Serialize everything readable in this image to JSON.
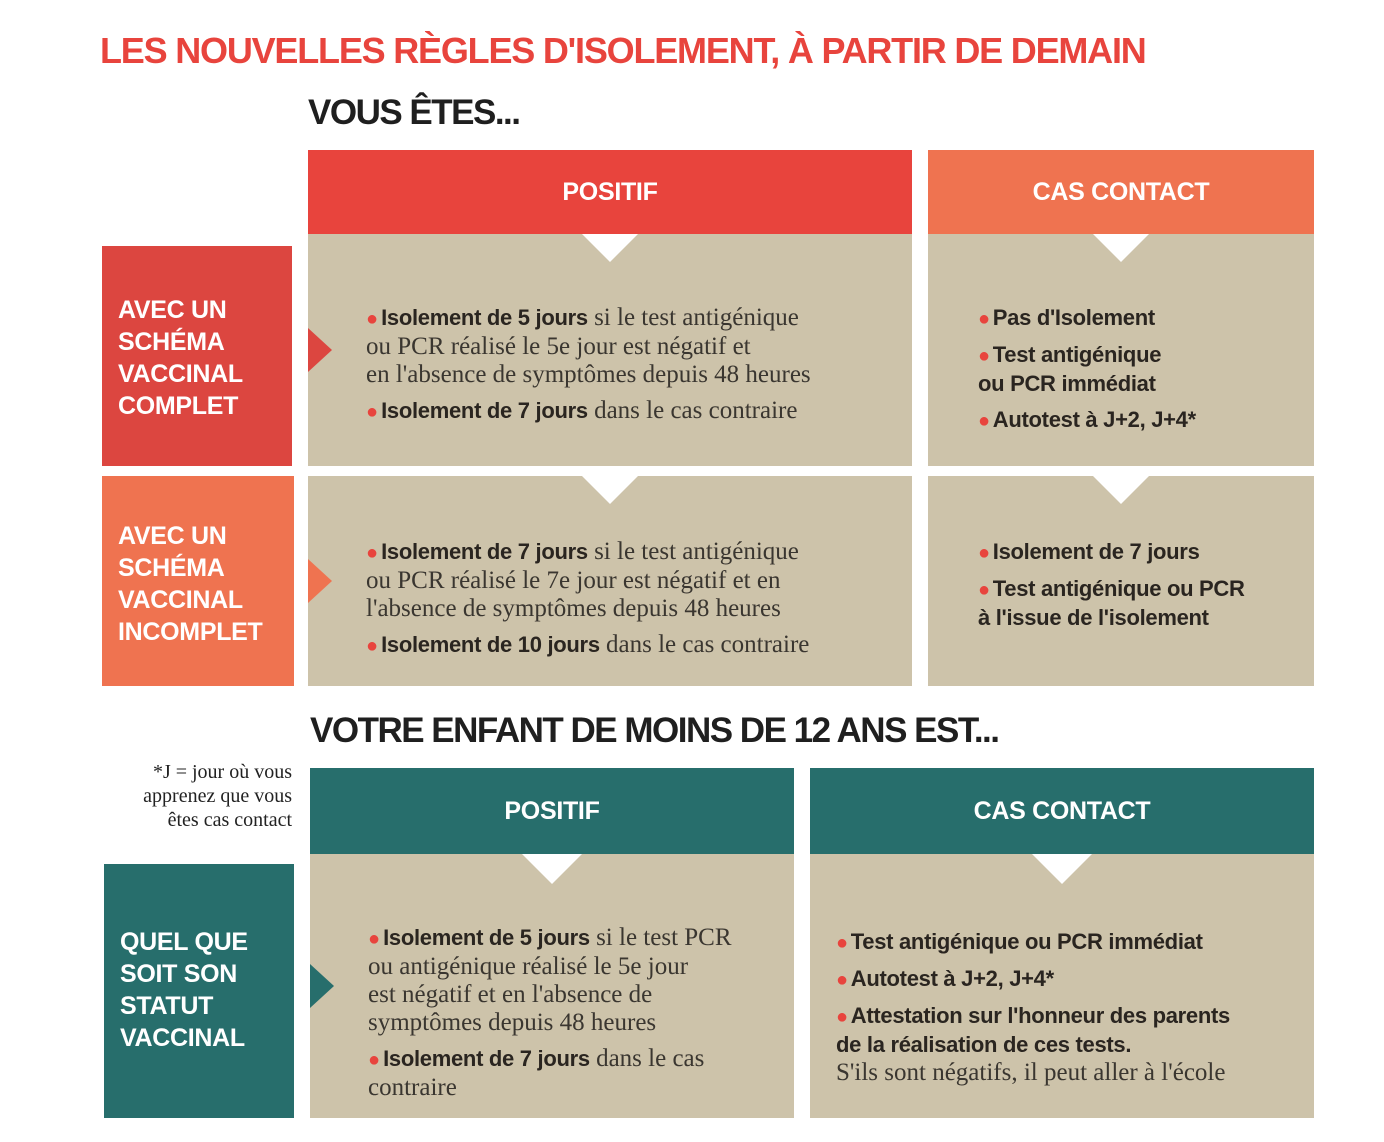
{
  "title": "LES NOUVELLES RÈGLES D'ISOLEMENT, À PARTIR DE DEMAIN",
  "adults": {
    "heading": "VOUS ÊTES...",
    "col_positif": "POSITIF",
    "col_contact": "CAS CONTACT",
    "row_complet": [
      "AVEC UN",
      "SCHÉMA",
      "VACCINAL",
      "COMPLET"
    ],
    "row_incomplet": [
      "AVEC UN",
      "SCHÉMA",
      "VACCINAL",
      "INCOMPLET"
    ],
    "complet_positif": [
      {
        "bold": "Isolement de 5 jours",
        "lines": [
          " si le test antigénique",
          "ou PCR réalisé le 5e jour est négatif et",
          "en l'absence de symptômes depuis 48 heures"
        ]
      },
      {
        "bold": "Isolement de 7 jours",
        "lines": [
          " dans le cas contraire"
        ]
      }
    ],
    "complet_contact": [
      [
        "Pas d'Isolement"
      ],
      [
        "Test antigénique",
        "ou PCR immédiat"
      ],
      [
        "Autotest à J+2, J+4*"
      ]
    ],
    "incomplet_positif": [
      {
        "bold": "Isolement de 7 jours",
        "lines": [
          " si le test antigénique",
          "ou PCR réalisé le 7e jour est négatif et en",
          "l'absence de symptômes depuis 48 heures"
        ]
      },
      {
        "bold": "Isolement de 10 jours",
        "lines": [
          " dans le cas contraire"
        ]
      }
    ],
    "incomplet_contact": [
      [
        "Isolement de 7 jours"
      ],
      [
        "Test antigénique ou PCR",
        "à l'issue de l'isolement"
      ]
    ]
  },
  "children": {
    "heading": "VOTRE ENFANT DE MOINS DE 12 ANS EST...",
    "col_positif": "POSITIF",
    "col_contact": "CAS CONTACT",
    "row_label": [
      "QUEL QUE",
      "SOIT SON",
      "STATUT",
      "VACCINAL"
    ],
    "positif": [
      {
        "bold": "Isolement de 5 jours",
        "lines": [
          " si le test PCR",
          "ou antigénique réalisé le 5e jour",
          "est négatif et en l'absence de",
          "symptômes depuis 48 heures"
        ]
      },
      {
        "bold": "Isolement de 7 jours",
        "lines": [
          " dans le cas",
          "contraire"
        ]
      }
    ],
    "contact": [
      {
        "bold_lines": [
          "Test antigénique ou PCR immédiat"
        ],
        "plain_lines": []
      },
      {
        "bold_lines": [
          "Autotest à J+2, J+4*"
        ],
        "plain_lines": []
      },
      {
        "bold_lines": [
          "Attestation sur l'honneur des parents",
          "de la réalisation de ces tests."
        ],
        "plain_lines": [
          "S'ils sont négatifs, il peut aller à l'école"
        ]
      }
    ]
  },
  "footnote": [
    "*J = jour où vous",
    "apprenez que vous",
    "êtes cas contact"
  ],
  "colors": {
    "red": "#e8443d",
    "red_dark": "#dc4640",
    "orange": "#ef7350",
    "teal": "#276e6c",
    "beige": "#cdc3aa",
    "bullet": "#e8443d"
  }
}
